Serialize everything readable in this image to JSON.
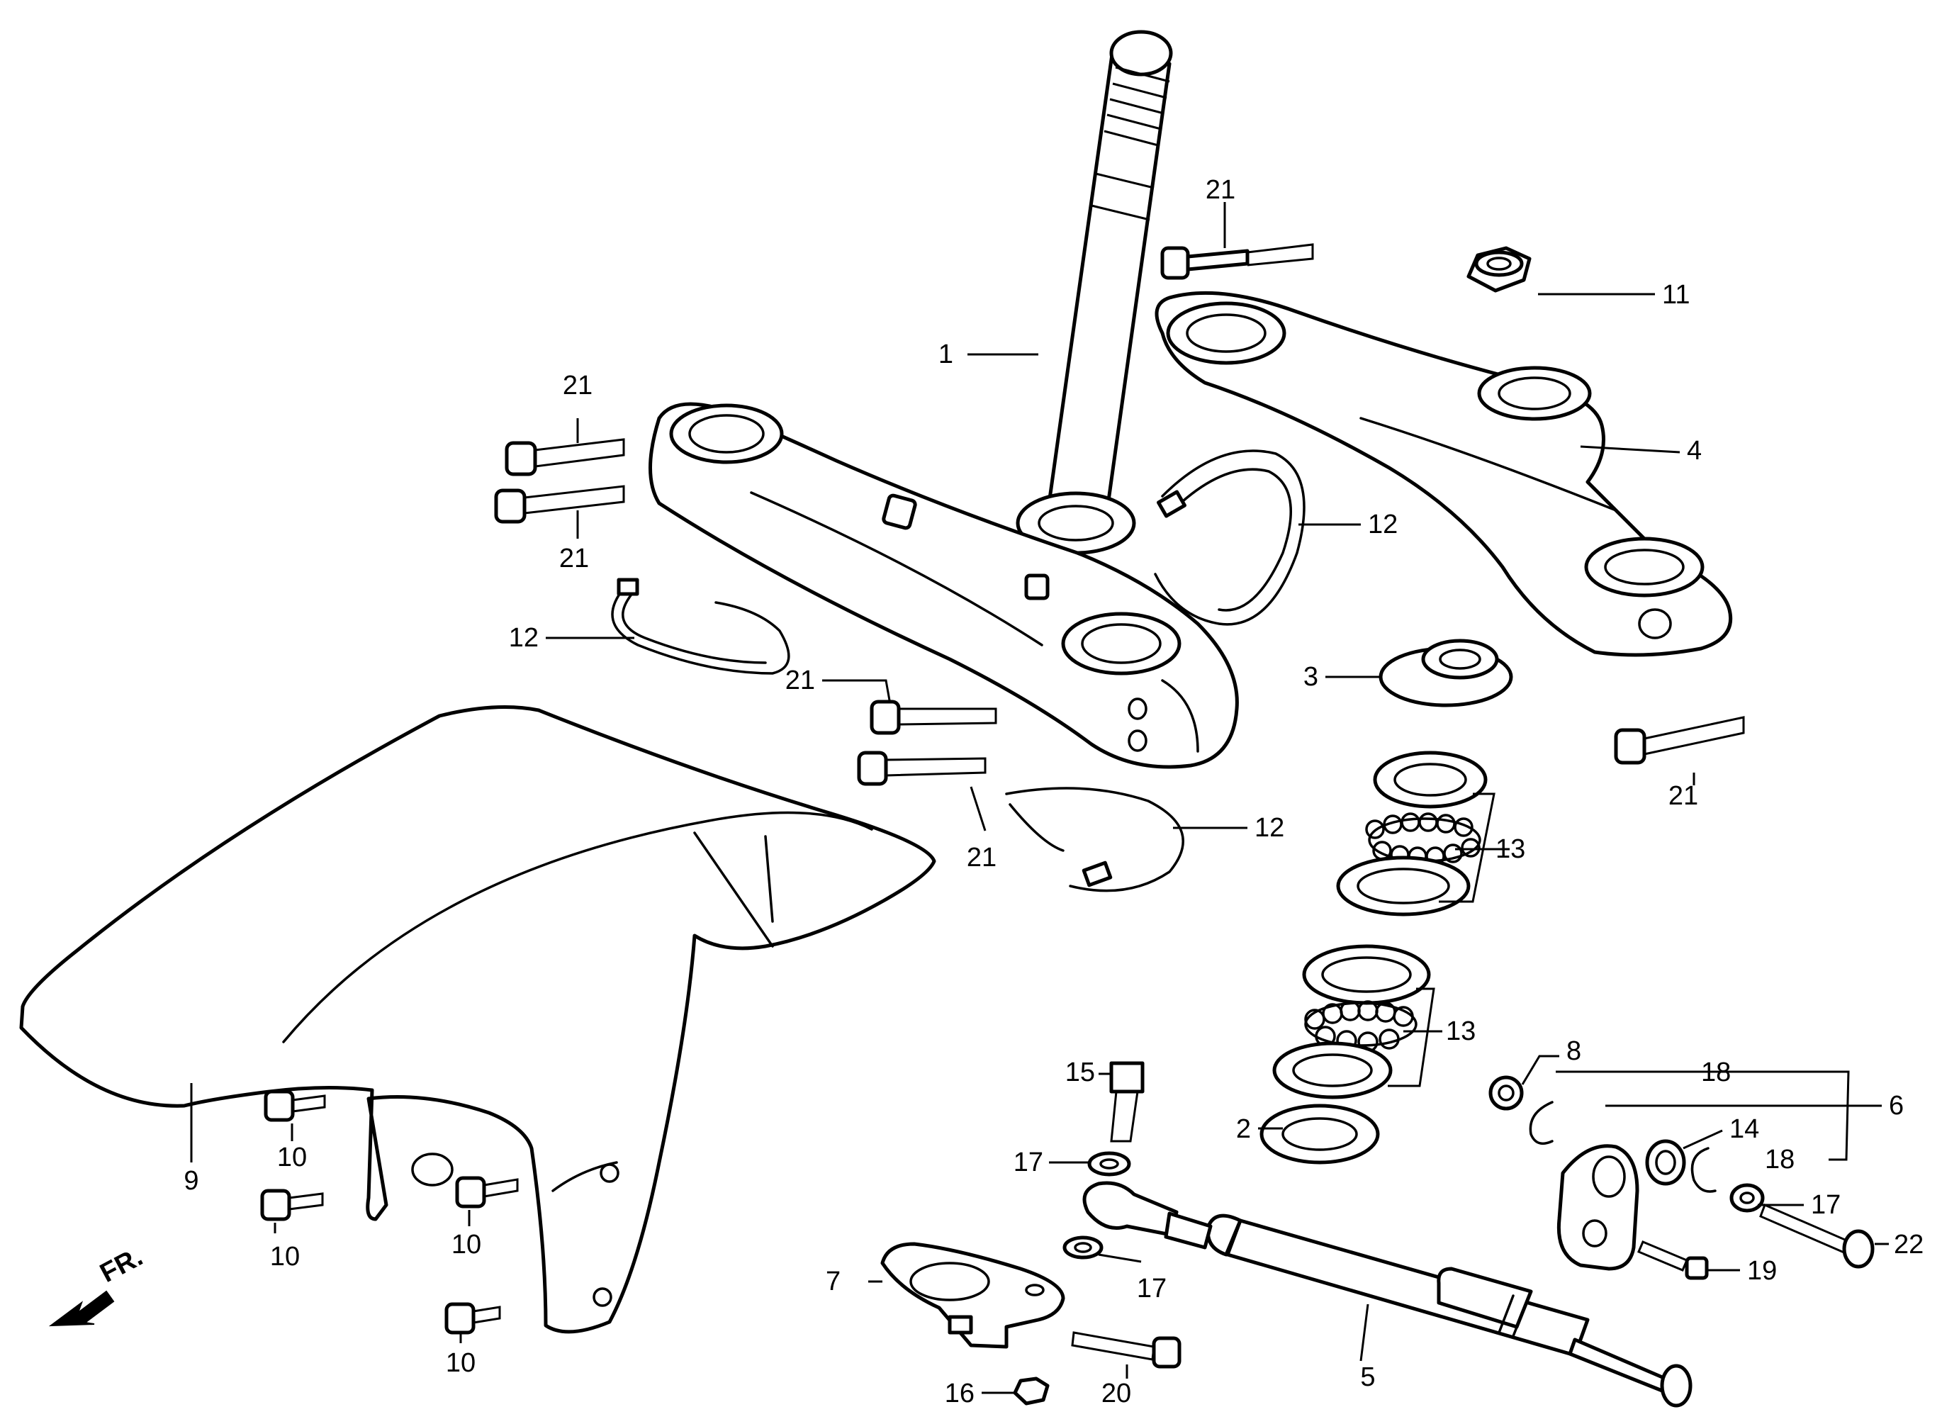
{
  "parts": {
    "p1": "1",
    "p2": "2",
    "p3": "3",
    "p4": "4",
    "p5": "5",
    "p6": "6",
    "p7": "7",
    "p8": "8",
    "p9": "9",
    "p10": "10",
    "p11": "11",
    "p12": "12",
    "p13": "13",
    "p14": "14",
    "p15": "15",
    "p16": "16",
    "p17": "17",
    "p18": "18",
    "p19": "19",
    "p20": "20",
    "p21": "21",
    "p22": "22"
  },
  "direction_label": "FR."
}
